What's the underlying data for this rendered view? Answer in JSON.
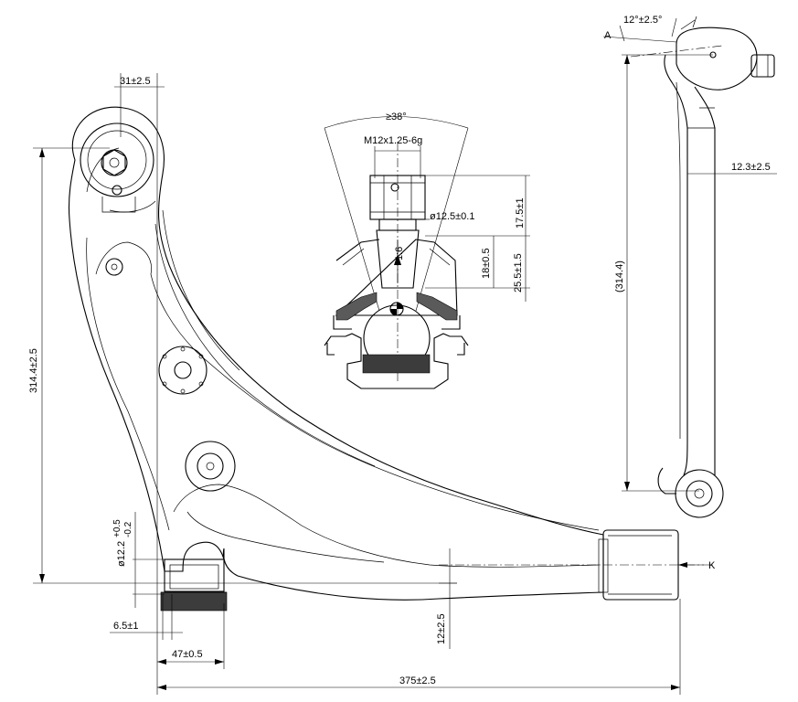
{
  "drawing": {
    "dimensions": {
      "bushing_offset": "31±2.5",
      "angle_top": "≥38°",
      "thread": "M12x1.25-6g",
      "pin_diameter": "ø12.5±0.1",
      "stud_height": "17.5±1",
      "taper_height": "18±0.5",
      "total_height": "25.5±1.5",
      "taper_ratio": "1:6",
      "arm_height": "314.4±2.5",
      "ref_height": "(314.4)",
      "side_offset": "12.3±2.5",
      "tilt_angle": "12°±2.5°",
      "datum_a": "A",
      "datum_k": "K",
      "bore_diameter": "ø12.2",
      "bore_tol_upper": "+0.5",
      "bore_tol_lower": "-0.2",
      "flange_thickness": "6.5±1",
      "bushing_width": "47±0.5",
      "rear_offset": "12±2.5",
      "overall_length": "375±2.5"
    }
  }
}
